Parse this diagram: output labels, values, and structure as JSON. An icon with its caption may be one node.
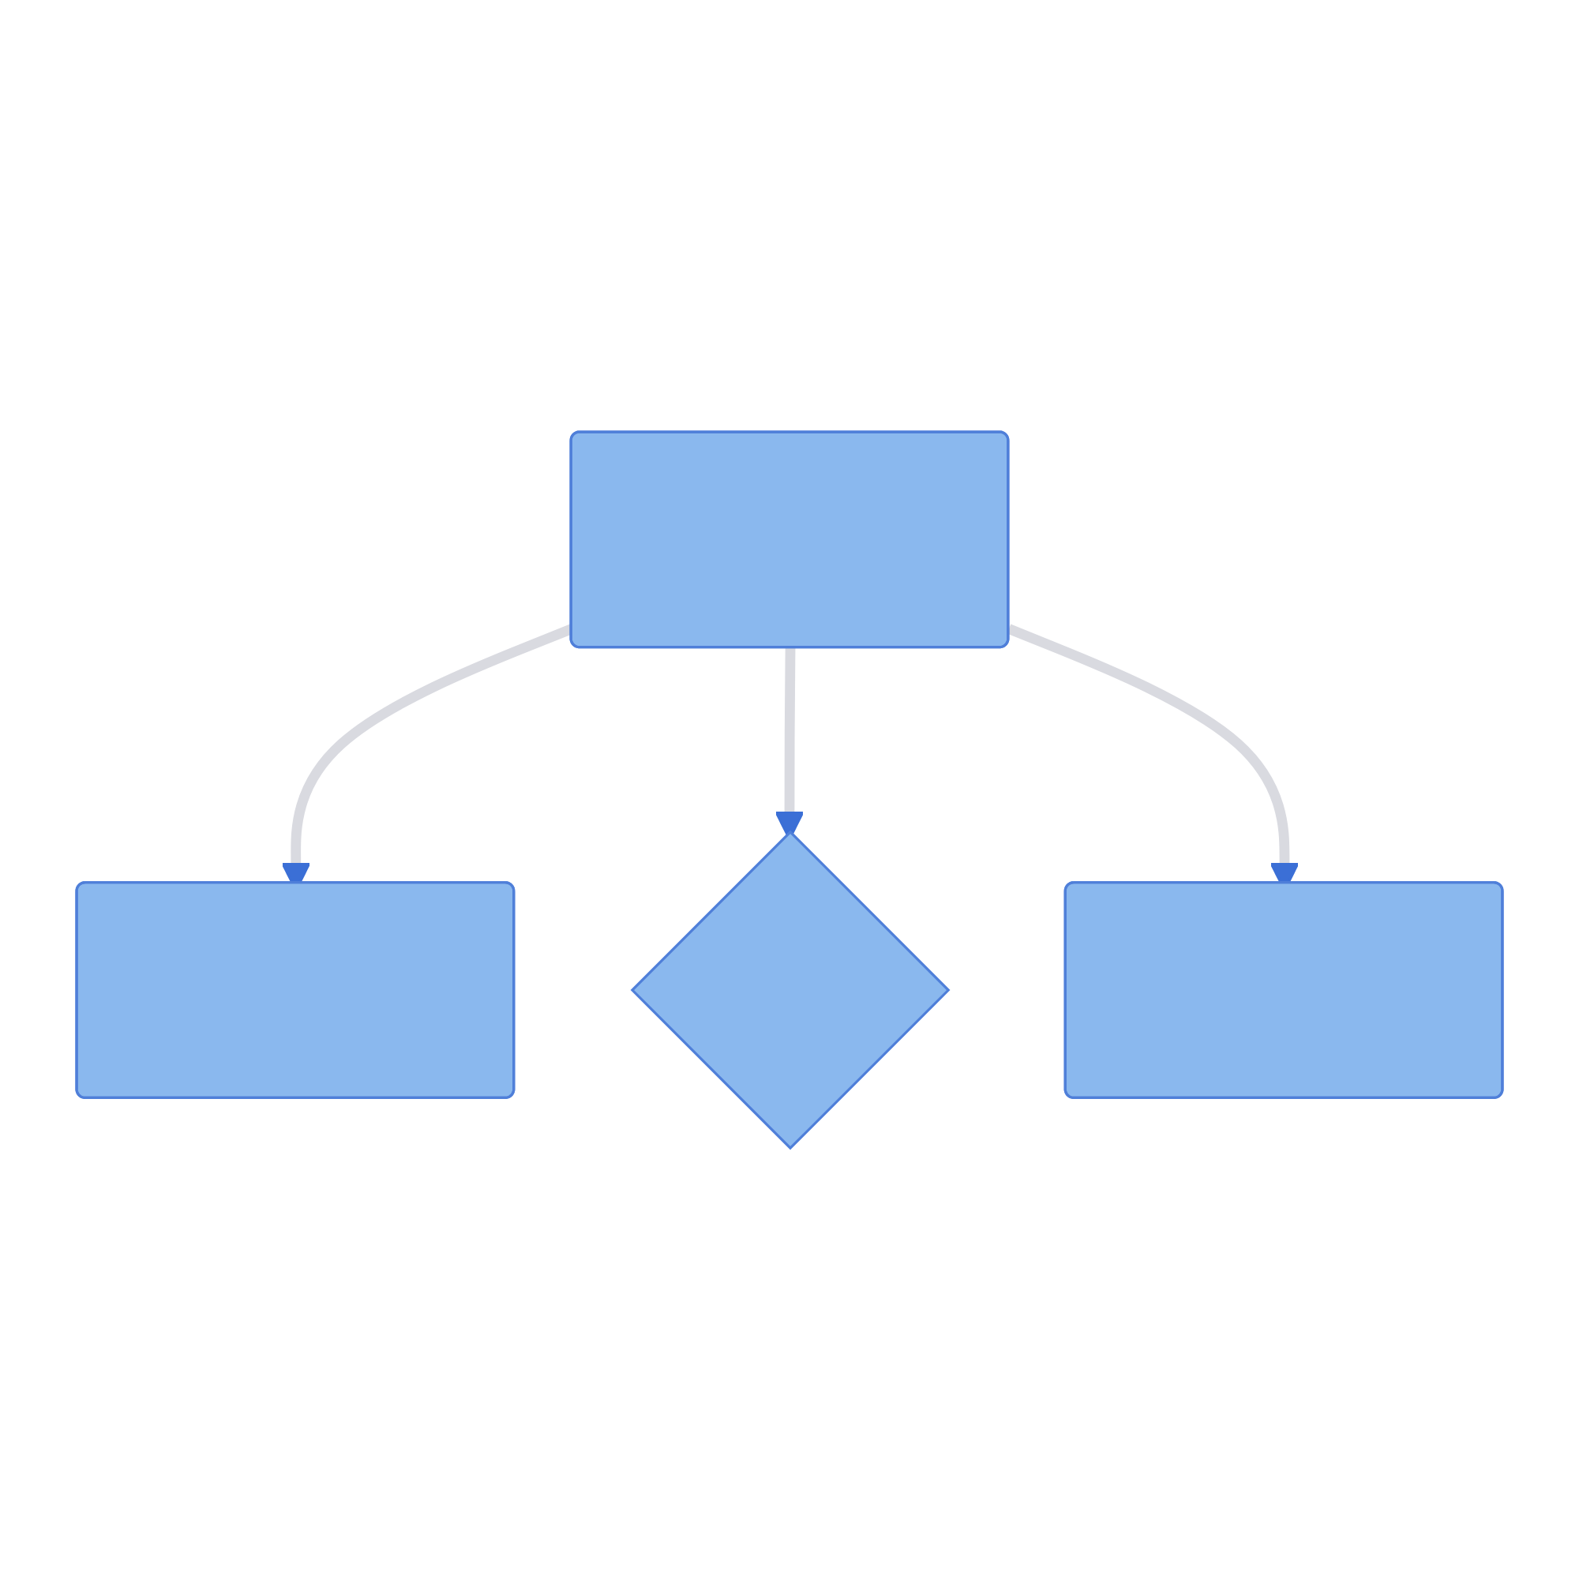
{
  "diagram": {
    "nodes": [
      {
        "text": [],
        "shape": "box"
      },
      {
        "text": [],
        "shape": "box"
      },
      {
        "text": [],
        "shape": "diamond"
      },
      {
        "text": [],
        "shape": "box"
      }
    ],
    "edges": [
      {
        "from": 0,
        "to": 1,
        "arrow": "to"
      },
      {
        "from": 0,
        "to": 2,
        "arrow": "to"
      },
      {
        "from": 0,
        "to": 3,
        "arrow": "to"
      }
    ]
  }
}
